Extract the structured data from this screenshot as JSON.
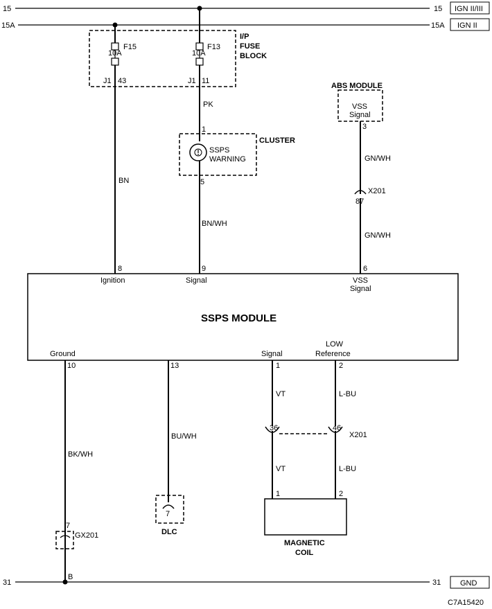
{
  "rails": {
    "top1_left": "15",
    "top1_right": "15",
    "top1_box": "IGN II/III",
    "top2_left": "15A",
    "top2_right": "15A",
    "top2_box": "IGN II",
    "gnd_left": "31",
    "gnd_right": "31",
    "gnd_box": "GND"
  },
  "fuse_block": {
    "title_line1": "I/P",
    "title_line2": "FUSE",
    "title_line3": "BLOCK",
    "fuse_a_name": "F15",
    "fuse_a_rating": "10A",
    "fuse_a_conn": "J1",
    "fuse_a_pin": "43",
    "fuse_b_name": "F13",
    "fuse_b_rating": "10A",
    "fuse_b_conn": "J1",
    "fuse_b_pin": "11"
  },
  "cluster": {
    "title": "CLUSTER",
    "lamp_line1": "SSPS",
    "lamp_line2": "WARNING",
    "pin_in": "1",
    "pin_out": "5"
  },
  "abs": {
    "title": "ABS MODULE",
    "inner_line1": "VSS",
    "inner_line2": "Signal",
    "pin": "3"
  },
  "connector_x201_upper": {
    "name": "X201",
    "pin": "87"
  },
  "wires": {
    "bn": "BN",
    "pk": "PK",
    "bn_wh": "BN/WH",
    "gn_wh_upper": "GN/WH",
    "gn_wh_lower": "GN/WH",
    "bk_wh": "BK/WH",
    "bu_wh": "BU/WH",
    "vt_upper": "VT",
    "vt_lower": "VT",
    "lbu_upper": "L-BU",
    "lbu_lower": "L-BU"
  },
  "module": {
    "title": "SSPS MODULE",
    "top_pins": [
      {
        "pin": "8",
        "label": "Ignition"
      },
      {
        "pin": "9",
        "label": "Signal"
      },
      {
        "pin": "6",
        "label_line1": "VSS",
        "label_line2": "Signal"
      }
    ],
    "bottom_pins": [
      {
        "pin": "10",
        "label": "Ground"
      },
      {
        "pin": "13",
        "label": ""
      },
      {
        "pin": "1",
        "label": "Signal"
      },
      {
        "pin": "2",
        "label_line1": "LOW",
        "label_line2": "Reference"
      }
    ]
  },
  "connector_x201_lower": {
    "name": "X201",
    "pin_a": "36",
    "pin_b": "46"
  },
  "dlc": {
    "title": "DLC",
    "pin": "7"
  },
  "gx201": {
    "name": "GX201",
    "pin": "7",
    "ground_pin": "B"
  },
  "coil": {
    "title_line1": "MAGNETIC",
    "title_line2": "COIL",
    "pin_a": "1",
    "pin_b": "2"
  },
  "figure_code": "C7A15420"
}
